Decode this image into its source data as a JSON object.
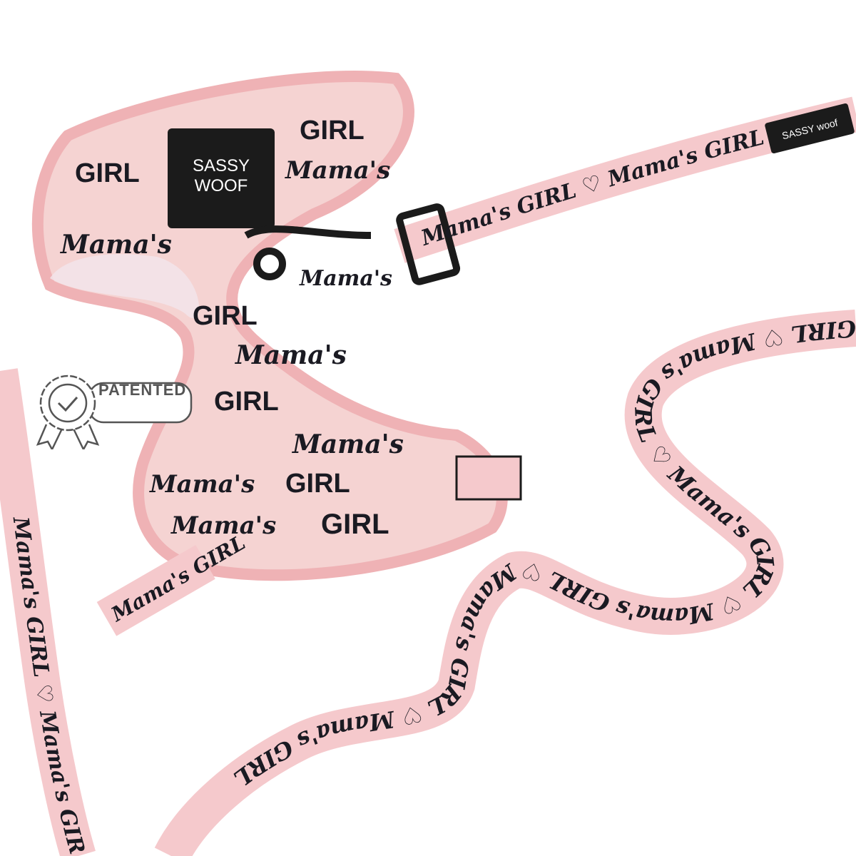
{
  "product": {
    "brand_logo": "SASSY WOOF",
    "pattern_text": [
      "Mama's",
      "GIRL"
    ],
    "badge_label": "PATENTED",
    "badge_icon": "award-ribbon-check-icon"
  },
  "colors": {
    "pink": "#f5c9cc",
    "pink_trim": "#efb2b5",
    "ink": "#1a1a22",
    "hardware": "#1b1b1b",
    "badge_gray": "#555555"
  }
}
